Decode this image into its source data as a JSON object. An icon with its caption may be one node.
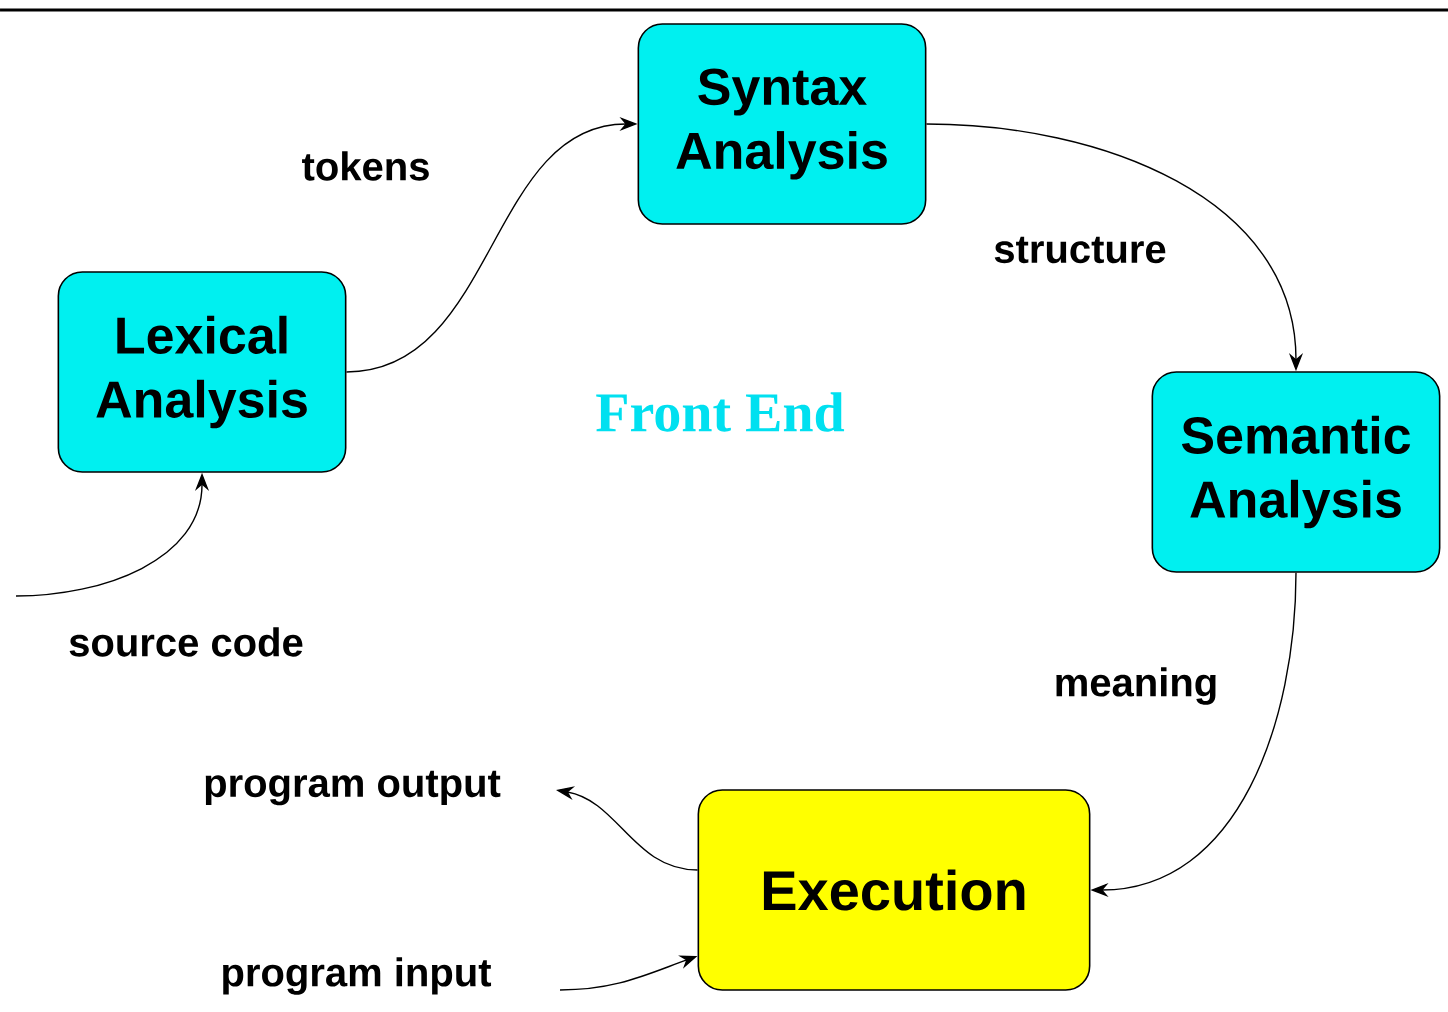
{
  "diagram": {
    "nodes": [
      {
        "text": [
          "Syntax Analysis"
        ]
      },
      {
        "text": [
          "Lexical Analysis"
        ]
      },
      {
        "text": [
          "Semantic Analysis"
        ]
      },
      {
        "text": [
          "Execution"
        ]
      }
    ],
    "edges": [
      {
        "from": null,
        "to": 1,
        "arrow": "to",
        "label": "source code"
      },
      {
        "from": 1,
        "to": 0,
        "arrow": "to",
        "label": "tokens"
      },
      {
        "from": 0,
        "to": 2,
        "arrow": "to",
        "label": "structure"
      },
      {
        "from": 2,
        "to": 3,
        "arrow": "to",
        "label": "meaning"
      },
      {
        "from": 3,
        "to": null,
        "arrow": "to",
        "label": "program output"
      },
      {
        "from": null,
        "to": 3,
        "arrow": "to",
        "label": "program input"
      }
    ],
    "labels": [
      "Front End"
    ]
  }
}
